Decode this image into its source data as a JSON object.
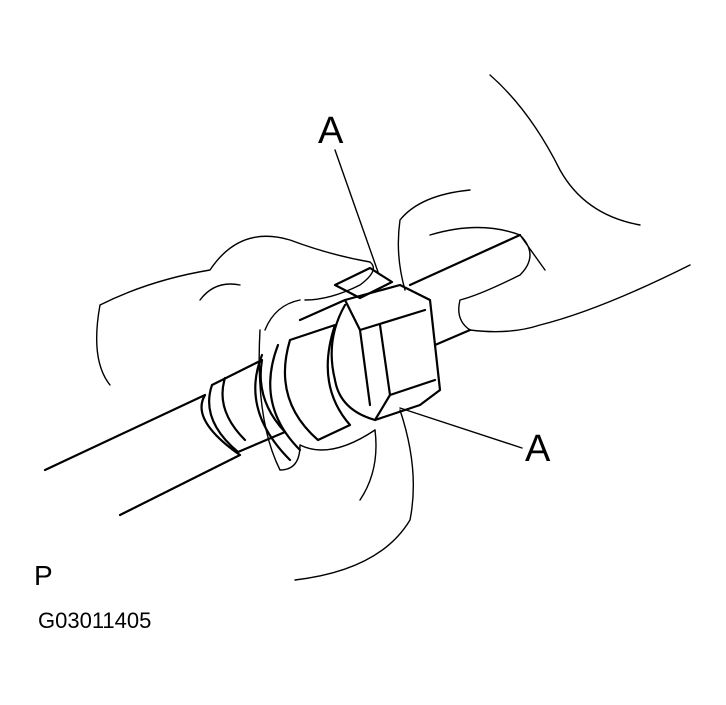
{
  "callouts": {
    "top": "A",
    "right": "A"
  },
  "view_label": "P",
  "figure_code": "G03011405"
}
